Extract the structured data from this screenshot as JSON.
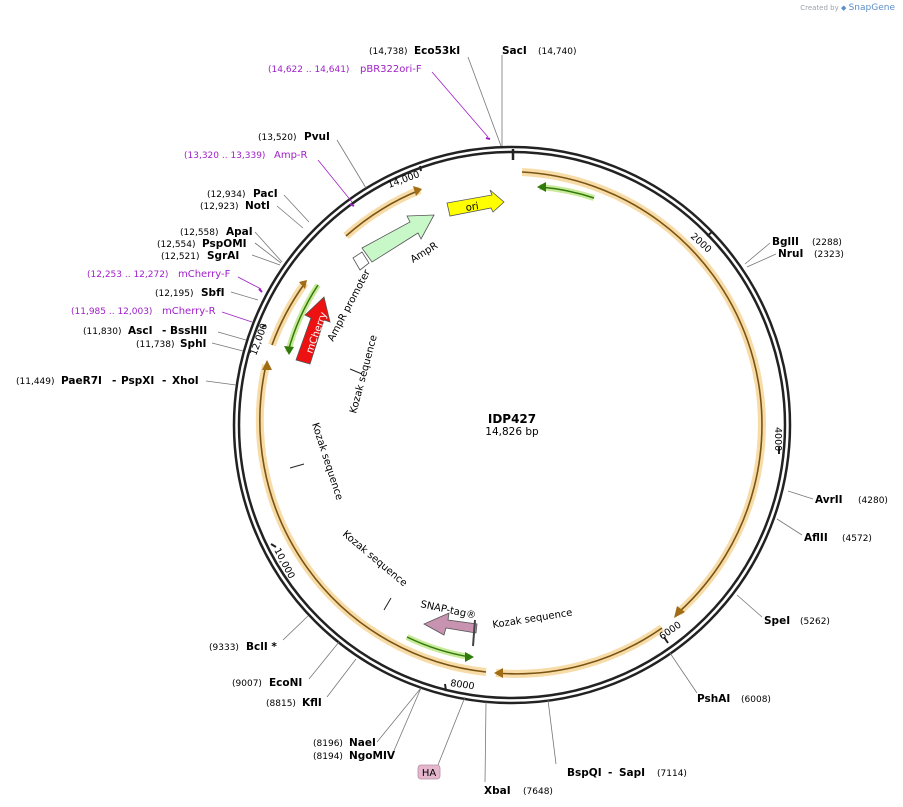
{
  "credit": {
    "prefix": "Created by",
    "brand": "SnapGene",
    "icon": "snapgene-logo-icon"
  },
  "plasmid": {
    "name": "IDP427",
    "length_label": "14,826 bp",
    "length": 14826
  },
  "ticks": [
    {
      "label": "2000",
      "bp": 2000
    },
    {
      "label": "4000",
      "bp": 4000
    },
    {
      "label": "6000",
      "bp": 6000
    },
    {
      "label": "8000",
      "bp": 8000
    },
    {
      "label": "10,000",
      "bp": 10000
    },
    {
      "label": "12,000",
      "bp": 12000
    },
    {
      "label": "14,000",
      "bp": 14000
    }
  ],
  "sites": [
    {
      "name": "SacI",
      "pos": "(14,740)",
      "bp": 14740
    },
    {
      "name": "Eco53kI",
      "pos": "(14,738)",
      "bp": 14738
    },
    {
      "name": "BglII",
      "pos": "(2288)",
      "bp": 2288
    },
    {
      "name": "NruI",
      "pos": "(2323)",
      "bp": 2323
    },
    {
      "name": "AvrII",
      "pos": "(4280)",
      "bp": 4280
    },
    {
      "name": "AflII",
      "pos": "(4572)",
      "bp": 4572
    },
    {
      "name": "SpeI",
      "pos": "(5262)",
      "bp": 5262
    },
    {
      "name": "PshAI",
      "pos": "(6008)",
      "bp": 6008
    },
    {
      "name": "BspQI",
      "name2": "SapI",
      "pos": "(7114)",
      "bp": 7114
    },
    {
      "name": "XbaI",
      "pos": "(7648)",
      "bp": 7648
    },
    {
      "name": "NaeI",
      "pos": "(8196)",
      "bp": 8196
    },
    {
      "name": "NgoMIV",
      "pos": "(8194)",
      "bp": 8194
    },
    {
      "name": "KflI",
      "pos": "(8815)",
      "bp": 8815
    },
    {
      "name": "EcoNI",
      "pos": "(9007)",
      "bp": 9007
    },
    {
      "name": "BclI *",
      "pos": "(9333)",
      "bp": 9333
    },
    {
      "name": "PaeR7I",
      "name2": "PspXI",
      "name3": "XhoI",
      "pos": "(11,449)",
      "bp": 11449
    },
    {
      "name": "SphI",
      "pos": "(11,738)",
      "bp": 11738
    },
    {
      "name": "AscI",
      "name2": "BssHII",
      "pos": "(11,830)",
      "bp": 11830
    },
    {
      "name": "SbfI",
      "pos": "(12,195)",
      "bp": 12195
    },
    {
      "name": "SgrAI",
      "pos": "(12,521)",
      "bp": 12521
    },
    {
      "name": "PspOMI",
      "pos": "(12,554)",
      "bp": 12554
    },
    {
      "name": "ApaI",
      "pos": "(12,558)",
      "bp": 12558
    },
    {
      "name": "NotI",
      "pos": "(12,923)",
      "bp": 12923
    },
    {
      "name": "PacI",
      "pos": "(12,934)",
      "bp": 12934
    },
    {
      "name": "PvuI",
      "pos": "(13,520)",
      "bp": 13520
    }
  ],
  "primers": [
    {
      "name": "pBR322ori-F",
      "range": "(14,622 .. 14,641)"
    },
    {
      "name": "Amp-R",
      "range": "(13,320 .. 13,339)"
    },
    {
      "name": "mCherry-F",
      "range": "(12,253 .. 12,272)"
    },
    {
      "name": "mCherry-R",
      "range": "(11,985 .. 12,003)"
    }
  ],
  "features": {
    "ori": "ori",
    "ampr": "AmpR",
    "ampr_promoter": "AmpR promoter",
    "mcherry": "mCherry",
    "snap_tag": "SNAP-tag®",
    "kozak_1": "Kozak sequence",
    "kozak_2": "Kozak sequence",
    "kozak_3": "Kozak sequence",
    "kozak_4": "Kozak sequence",
    "ha": "HA"
  },
  "colors": {
    "backbone": "#222222",
    "orf_fill": "#f2c77e",
    "orf_line": "#6b4a10",
    "green_arrow": "#3b8a12",
    "ori": "#ffff00",
    "ampr": "#c8f7c8",
    "mcherry": "#ee1111",
    "snap_tag": "#c893b0",
    "ha": "#e5b7cf",
    "primer": "#a020c8"
  }
}
